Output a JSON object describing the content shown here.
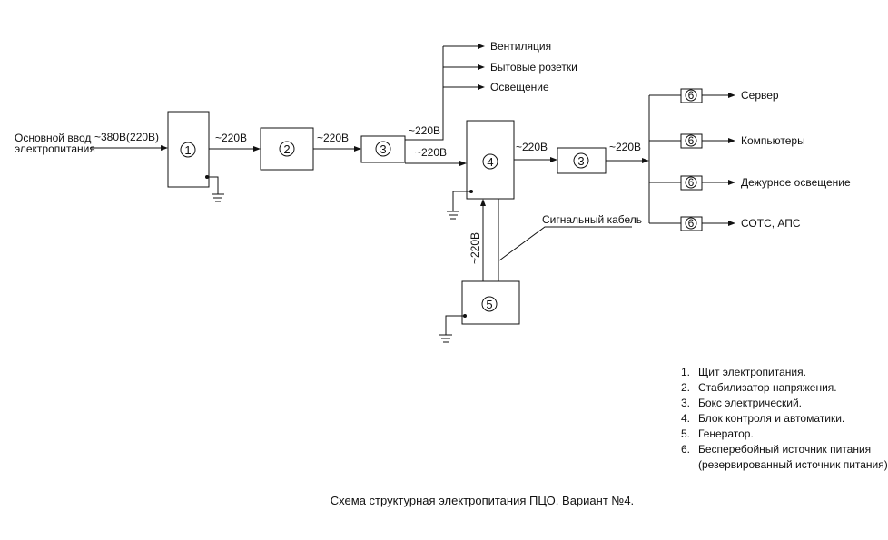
{
  "input": {
    "line1": "Основной ввод",
    "line2": "электропитания",
    "voltage": "~380В(220В)"
  },
  "boxes": [
    "1",
    "2",
    "3",
    "4",
    "3",
    "5"
  ],
  "ups": [
    "6",
    "6",
    "6",
    "6"
  ],
  "voltages": {
    "v1": "~220В",
    "v2": "~220В",
    "v3": "~220В",
    "v4": "~220В",
    "v5": "~220В",
    "v6": "~220В",
    "v7": "~220В"
  },
  "top_outputs": [
    "Вентиляция",
    "Бытовые розетки",
    "Освещение"
  ],
  "right_outputs": [
    "Сервер",
    "Компьютеры",
    "Дежурное освещение",
    "СОТС, АПС"
  ],
  "signal_cable": "Сигнальный кабель",
  "legend": [
    {
      "n": "1.",
      "text": "Щит электропитания."
    },
    {
      "n": "2.",
      "text": "Стабилизатор напряжения."
    },
    {
      "n": "3.",
      "text": "Бокс электрический."
    },
    {
      "n": "4.",
      "text": "Блок контроля и автоматики."
    },
    {
      "n": "5.",
      "text": "Генератор."
    },
    {
      "n": "6.",
      "text": "Бесперебойный источник питания"
    },
    {
      "n": "",
      "text": "(резервированный источник питания)."
    }
  ],
  "caption": "Схема структурная электропитания ПЦО. Вариант №4."
}
